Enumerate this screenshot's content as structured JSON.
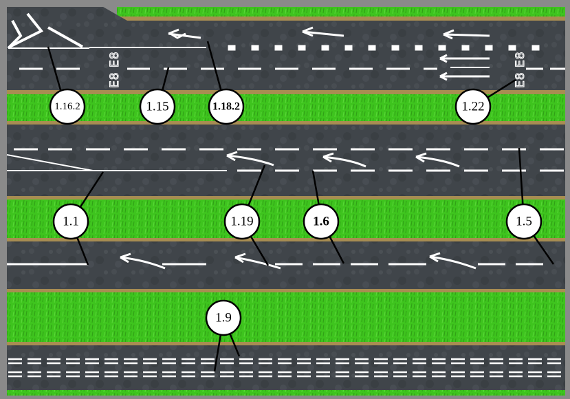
{
  "road_text": [
    "E8 E8",
    "E8 E8"
  ],
  "callouts": [
    {
      "id": "1.16.2",
      "bold": false
    },
    {
      "id": "1.15",
      "bold": false
    },
    {
      "id": "1.18.2",
      "bold": true
    },
    {
      "id": "1.22",
      "bold": false
    },
    {
      "id": "1.1",
      "bold": false
    },
    {
      "id": "1.19",
      "bold": false
    },
    {
      "id": "1.6",
      "bold": true
    },
    {
      "id": "1.5",
      "bold": false
    },
    {
      "id": "1.9",
      "bold": false
    }
  ],
  "colors": {
    "frame": "#8a8a8a",
    "grass": "#3ec41e",
    "asphalt": "#3f4448",
    "curb": "#a88d52",
    "marking": "#ffffff",
    "callout_fill": "#ffffff",
    "callout_stroke": "#000000"
  }
}
